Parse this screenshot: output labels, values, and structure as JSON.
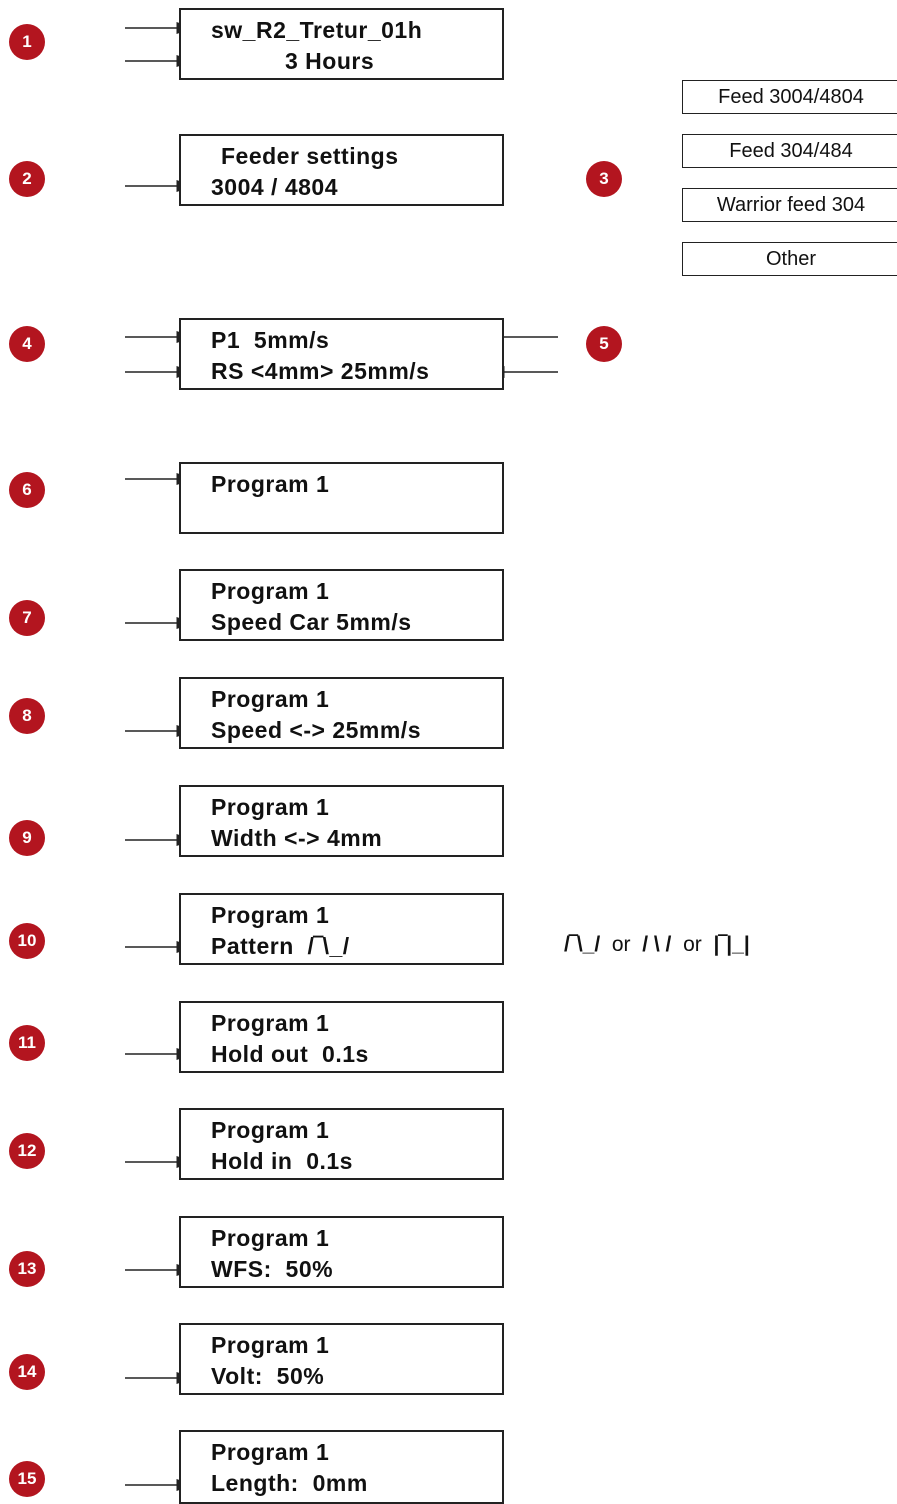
{
  "rows": [
    {
      "badge": "1",
      "line1": "sw_R2_Tretur_01h",
      "line2": "3 Hours"
    },
    {
      "badge": "2",
      "line1": "Feeder settings",
      "line2": "3004 / 4804"
    },
    {
      "badge": "4",
      "line1": "P1  5mm/s",
      "line2": "RS <4mm> 25mm/s"
    },
    {
      "badge": "6",
      "line1": "Program 1",
      "line2": ""
    },
    {
      "badge": "7",
      "line1": "Program 1",
      "line2": "Speed Car 5mm/s"
    },
    {
      "badge": "8",
      "line1": "Program 1",
      "line2": "Speed <-> 25mm/s"
    },
    {
      "badge": "9",
      "line1": "Program 1",
      "line2": "Width <-> 4mm"
    },
    {
      "badge": "10",
      "line1": "Program 1",
      "line2": "Pattern  /‾\\_/"
    },
    {
      "badge": "11",
      "line1": "Program 1",
      "line2": "Hold out  0.1s"
    },
    {
      "badge": "12",
      "line1": "Program 1",
      "line2": "Hold in  0.1s"
    },
    {
      "badge": "13",
      "line1": "Program 1",
      "line2": "WFS:  50%"
    },
    {
      "badge": "14",
      "line1": "Program 1",
      "line2": "Volt:  50%"
    },
    {
      "badge": "15",
      "line1": "Program 1",
      "line2": "Length:  0mm"
    }
  ],
  "side_badges": {
    "options_badge": "3",
    "params_badge": "5"
  },
  "feeder_options": [
    "Feed 3004/4804",
    "Feed 304/484",
    "Warrior feed 304",
    "Other"
  ],
  "pattern_alternatives": {
    "p1": "/‾\\_/",
    "or1": "or",
    "p2": "/ \\ /",
    "or2": "or",
    "p3": "|‾|_|"
  },
  "colors": {
    "badge": "#b3151f",
    "line": "#222222"
  }
}
